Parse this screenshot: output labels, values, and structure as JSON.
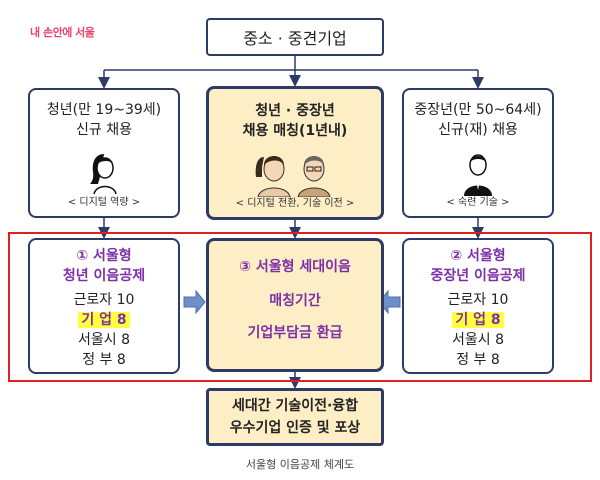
{
  "logo": "내 손안에 서울",
  "top": {
    "label": "중소 · 중견기업"
  },
  "mid": {
    "left": {
      "line1": "청년(만 19~39세)",
      "line2": "신규 채용",
      "caption": "< 디지털 역량 >"
    },
    "center": {
      "line1": "청년 · 중장년",
      "line2": "채용 매칭(1년내)",
      "caption": "< 디지털 전환, 기술 이전 >"
    },
    "right": {
      "line1": "중장년(만 50~64세)",
      "line2": "신규(재) 채용",
      "caption": "< 숙련 기술 >"
    }
  },
  "low": {
    "left": {
      "title1": "① 서울형",
      "title2": "청년 이음공제",
      "r1": "근로자 10",
      "r2": "기  업 8",
      "r3": "서울시 8",
      "r4": "정  부 8"
    },
    "center": {
      "title": "③ 서울형 세대이음",
      "line1": "매칭기간",
      "line2": "기업부담금 환급"
    },
    "right": {
      "title1": "② 서울형",
      "title2": "중장년 이음공제",
      "r1": "근로자 10",
      "r2": "기  업 8",
      "r3": "서울시 8",
      "r4": "정  부 8"
    }
  },
  "bottom": {
    "line1": "세대간 기술이전·융합",
    "line2": "우수기업 인증 및 포상"
  },
  "caption": "서울형 이음공제 체계도",
  "colors": {
    "navy": "#2d3b66",
    "cream": "#fdeec6",
    "purple": "#7d2fa8",
    "highlight": "#ffff40",
    "red": "#e02020",
    "arrow": "#6f8fc9"
  }
}
